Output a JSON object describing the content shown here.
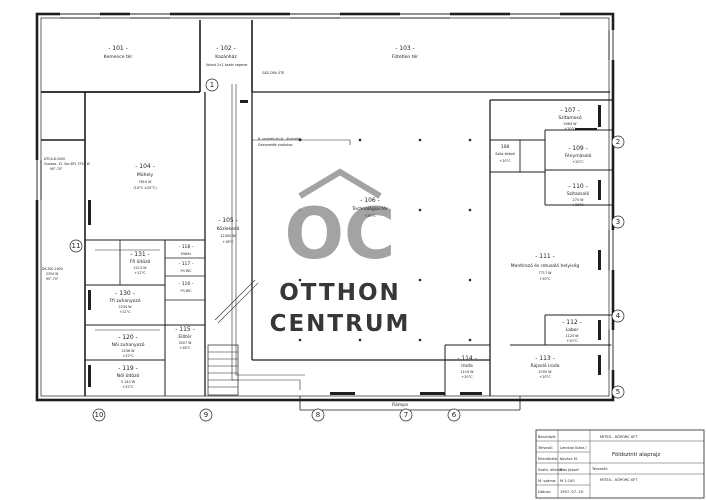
{
  "rooms": [
    {
      "id": "- 101 -",
      "name": "Kemence tér"
    },
    {
      "id": "- 102 -",
      "name": "Kazánház"
    },
    {
      "id": "- 103 -",
      "name": "Fűtetlen tér"
    },
    {
      "id": "- 104 -",
      "name": "Műhely",
      "detail": "7610 W",
      "temp": "(10°C ±20°C)"
    },
    {
      "id": "- 105 -",
      "name": "Közlekedő",
      "detail": "12300 W",
      "temp": "+18°C"
    },
    {
      "id": "- 106 -",
      "name": "Technológiai tér",
      "temp": "+20°C"
    },
    {
      "id": "- 107 -",
      "name": "Szitamosó",
      "detail": "5463 W",
      "temp": "+20°C"
    },
    {
      "id": "108",
      "name": "Szita kitéző",
      "temp": "+20°C"
    },
    {
      "id": "- 109 -",
      "name": "Fénymásoló",
      "temp": "+20°C"
    },
    {
      "id": "- 110 -",
      "name": "Szitazsoló",
      "detail": "275 W",
      "temp": "+20°C"
    },
    {
      "id": "- 111 -",
      "name": "Montírozó és retusáló helyiség",
      "detail": "7717 W",
      "temp": "+20°C"
    },
    {
      "id": "- 112 -",
      "name": "Labor",
      "detail": "1125 W",
      "temp": "+20°C"
    },
    {
      "id": "- 113 -",
      "name": "Rajzoló iroda",
      "detail": "4705 W",
      "temp": "+20°C"
    },
    {
      "id": "- 114 -",
      "name": "Iroda",
      "detail": "1116 W",
      "temp": "+20°C"
    },
    {
      "id": "- 115 -",
      "name": "Előtér",
      "detail": "3207 W",
      "temp": "+18°C"
    },
    {
      "id": "- 116 -",
      "name": "Ffi WC"
    },
    {
      "id": "- 117 -",
      "name": "Ffi WC"
    },
    {
      "id": "- 118 -",
      "name": "Előtér"
    },
    {
      "id": "- 119 -",
      "name": "Női öltöző",
      "detail": "5 143 W",
      "temp": "+22°C"
    },
    {
      "id": "- 120 -",
      "name": "Női zuhanyozó",
      "detail": "2236 W",
      "temp": "+22°C"
    },
    {
      "id": "- 130 -",
      "name": "Ffi zuhanyozó",
      "detail": "2234 W",
      "temp": "+22°C"
    },
    {
      "id": "- 131 -",
      "name": "Ffi öltöző",
      "detail": "2213 W",
      "temp": "+22°C"
    }
  ],
  "axis_markers": [
    "1",
    "2",
    "3",
    "4",
    "5",
    "6",
    "7",
    "8",
    "9",
    "10",
    "11"
  ],
  "corridor": "Rámpa",
  "callouts": {
    "gas_meter": "GÁZ-ÓRA ÜTE",
    "boiler_note": "Valant 2×1 kazán regener",
    "pipe_note_1": "R. vezetés fel-ill.: átvezetés",
    "pipe_note_2": "Gázvezeték csatlakoz",
    "radiator_tag": "ØTCA-8-3000",
    "radiator_spec": "2sorosz. 12. Sor-6P1 3750 W",
    "radiator_temp": "90°-70°",
    "radiator_tag_b": "DK-300-1600",
    "radiator_spec_b": "2354 W",
    "radiator_temp_b": "90°-70°"
  },
  "title_block": {
    "rows": [
      {
        "label": "Beruházó:",
        "value": ""
      },
      {
        "label": "Tervező:",
        "value": "Lendvai Klára /"
      },
      {
        "label": "Ellenőrizte:",
        "value": "Kovács M."
      },
      {
        "label": "Szakt. ellenőr:",
        "value": "Kiss József"
      },
      {
        "label": "M. száma:",
        "value": "M 1:100"
      },
      {
        "label": "Dátum:",
        "value": "1997. 07. 29."
      }
    ],
    "company_top": "MITEG - KÖPORC KFT",
    "drawing_title": "Földszinti alaprajz",
    "company_bottom": "MITEG - KÖPORC KFT",
    "designer_label": "Tervezői:"
  },
  "watermark": {
    "line1": "OC",
    "line2": "OTTHON",
    "line3": "CENTRUM"
  },
  "colors": {
    "line": "#2b2b2b",
    "wall": "#1e1e1e",
    "watermark": "#9a9a9a"
  }
}
